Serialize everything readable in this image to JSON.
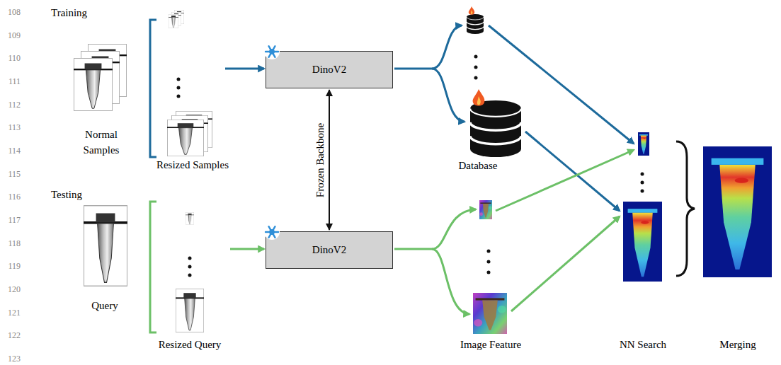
{
  "diagram": {
    "nodes": [
      {
        "text": [
          "Training"
        ]
      },
      {
        "text": [
          "DinoV2"
        ],
        "in": 0
      },
      {
        "text": [
          "Testing"
        ]
      },
      {
        "text": [
          "DinoV2"
        ],
        "in": 2
      }
    ],
    "edges": [
      {
        "from": 1,
        "to": 3,
        "arrow": "both",
        "label": "Frozen Backbone"
      }
    ],
    "labels": [
      "108",
      "109",
      "110",
      "111",
      "112",
      "113",
      "114",
      "115",
      "116",
      "117",
      "118",
      "119",
      "120",
      "121",
      "122",
      "123",
      "Normal Samples",
      "Resized Samples",
      "Database",
      "Query",
      "Resized Query",
      "Image Feature",
      "NN Search",
      "Merging"
    ]
  }
}
